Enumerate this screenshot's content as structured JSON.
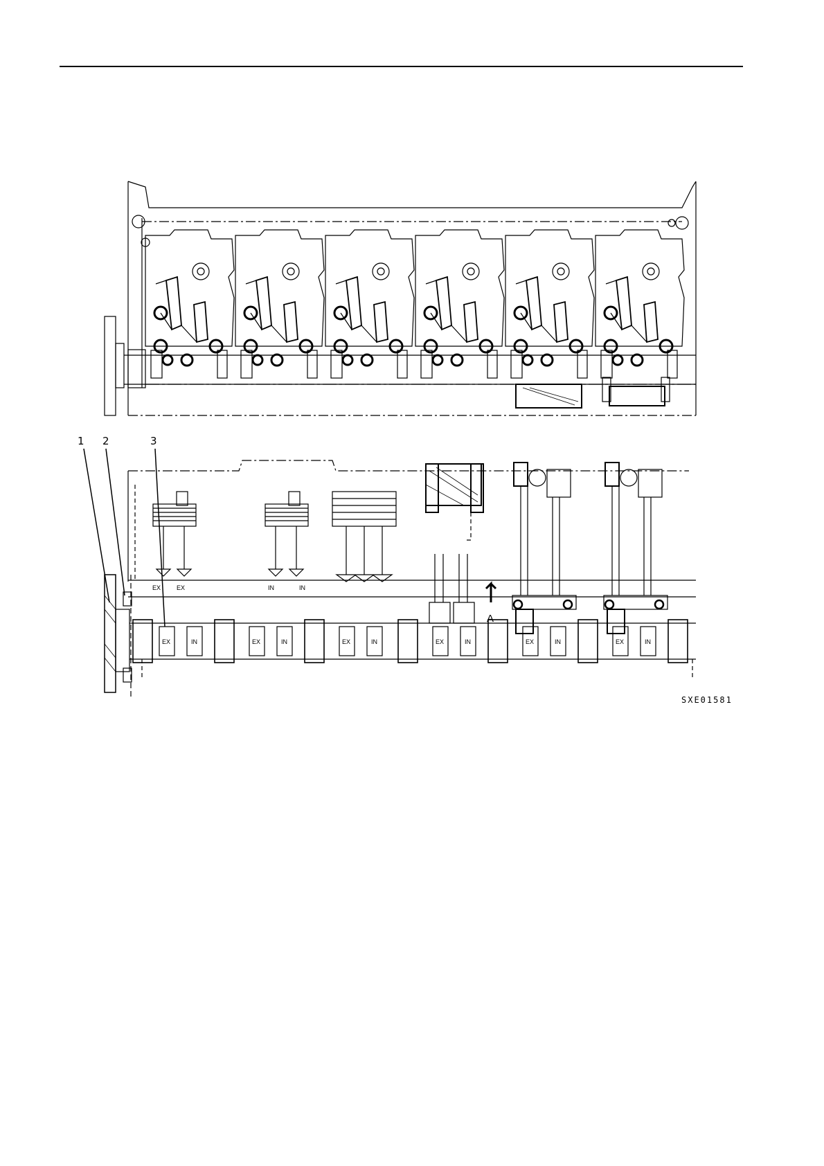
{
  "figure": {
    "code": "SXE01581",
    "callouts": [
      "1",
      "2",
      "3"
    ],
    "view_arrow_label": "A",
    "valve_labels_top": [
      "EX",
      "EX",
      "IN",
      "IN"
    ],
    "cam_lobe_labels": [
      "EX",
      "IN",
      "EX",
      "IN",
      "EX",
      "IN",
      "EX",
      "IN",
      "EX",
      "IN",
      "EX",
      "IN"
    ]
  }
}
